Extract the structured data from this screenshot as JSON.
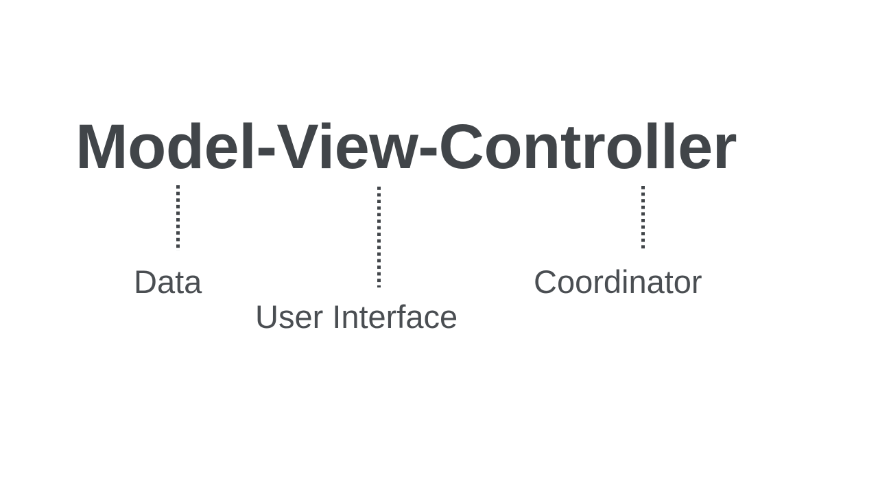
{
  "slide": {
    "background_color": "#ffffff",
    "title": "Model-View-Controller",
    "title_color": "#414549",
    "label_color": "#4a4e52",
    "leader_color": "#414549",
    "annotations": [
      {
        "term": "Model",
        "label": "Data",
        "leader_name": "leader-line-model"
      },
      {
        "term": "View",
        "label": "User Interface",
        "leader_name": "leader-line-view"
      },
      {
        "term": "Controller",
        "label": "Coordinator",
        "leader_name": "leader-line-controller"
      }
    ]
  }
}
